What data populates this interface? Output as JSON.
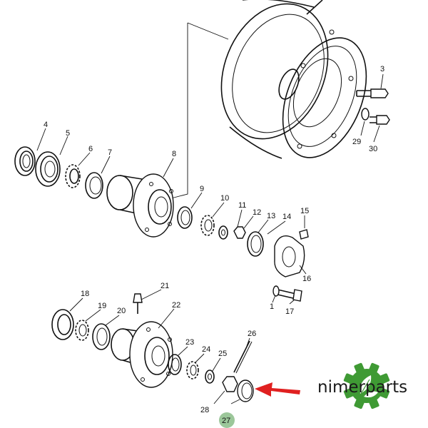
{
  "part_labels": {
    "p1": "1",
    "p3": "3",
    "p4": "4",
    "p5": "5",
    "p6": "6",
    "p7": "7",
    "p8": "8",
    "p9": "9",
    "p10": "10",
    "p11": "11",
    "p12": "12",
    "p13": "13",
    "p14": "14",
    "p15": "15",
    "p16": "16",
    "p17": "17",
    "p18": "18",
    "p19": "19",
    "p20": "20",
    "p21": "21",
    "p22": "22",
    "p23": "23",
    "p24": "24",
    "p25": "25",
    "p26": "26",
    "p27": "27",
    "p28": "28",
    "p29": "29",
    "p30": "30"
  },
  "highlight": {
    "part": "27",
    "circle_color": "#9cc79a",
    "arrow_color": "#e02020"
  },
  "brand": {
    "name": "nimerparts",
    "gear_color": "#3f9a34",
    "leaf_color": "#ffffff",
    "text_color": "#1a1a1a"
  }
}
